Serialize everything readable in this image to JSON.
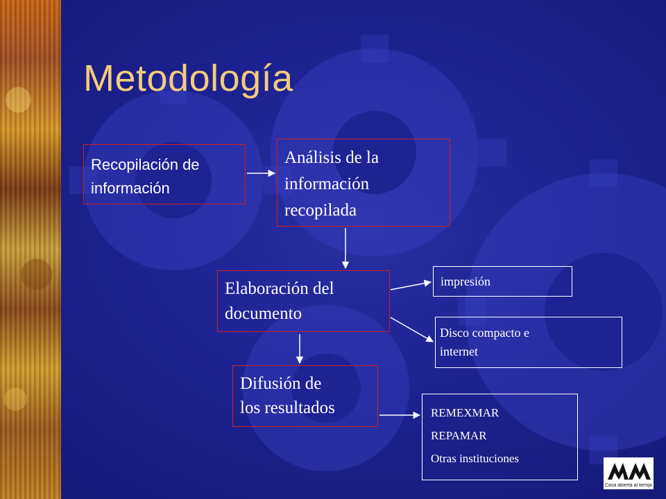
{
  "slide": {
    "title": "Metodología"
  },
  "nodes": {
    "recopilacion": {
      "lines": [
        "Recopilación de",
        "información"
      ]
    },
    "analisis": {
      "lines": [
        "Análisis de la",
        "información",
        "recopilada"
      ]
    },
    "elaboracion": {
      "lines": [
        "Elaboración del",
        "documento"
      ]
    },
    "difusion": {
      "lines": [
        "Difusión de",
        "los resultados"
      ]
    },
    "impresion": {
      "lines": [
        "impresión"
      ]
    },
    "disco": {
      "lines": [
        "Disco compacto e",
        "internet"
      ]
    },
    "instituciones": {
      "lines": [
        "REMEXMAR",
        "REPAMAR",
        "Otras instituciones"
      ]
    }
  },
  "edges": [
    {
      "from": "recopilacion",
      "to": "analisis"
    },
    {
      "from": "analisis",
      "to": "elaboracion"
    },
    {
      "from": "elaboracion",
      "to": "impresion"
    },
    {
      "from": "elaboracion",
      "to": "disco"
    },
    {
      "from": "elaboracion",
      "to": "difusion"
    },
    {
      "from": "difusion",
      "to": "instituciones"
    }
  ],
  "logo": {
    "caption": "Casa abierta al tiempo"
  },
  "colors": {
    "background": "#1d2190",
    "title": "#f2cc7c",
    "box_border": "#d02020",
    "text": "#ffffff"
  }
}
